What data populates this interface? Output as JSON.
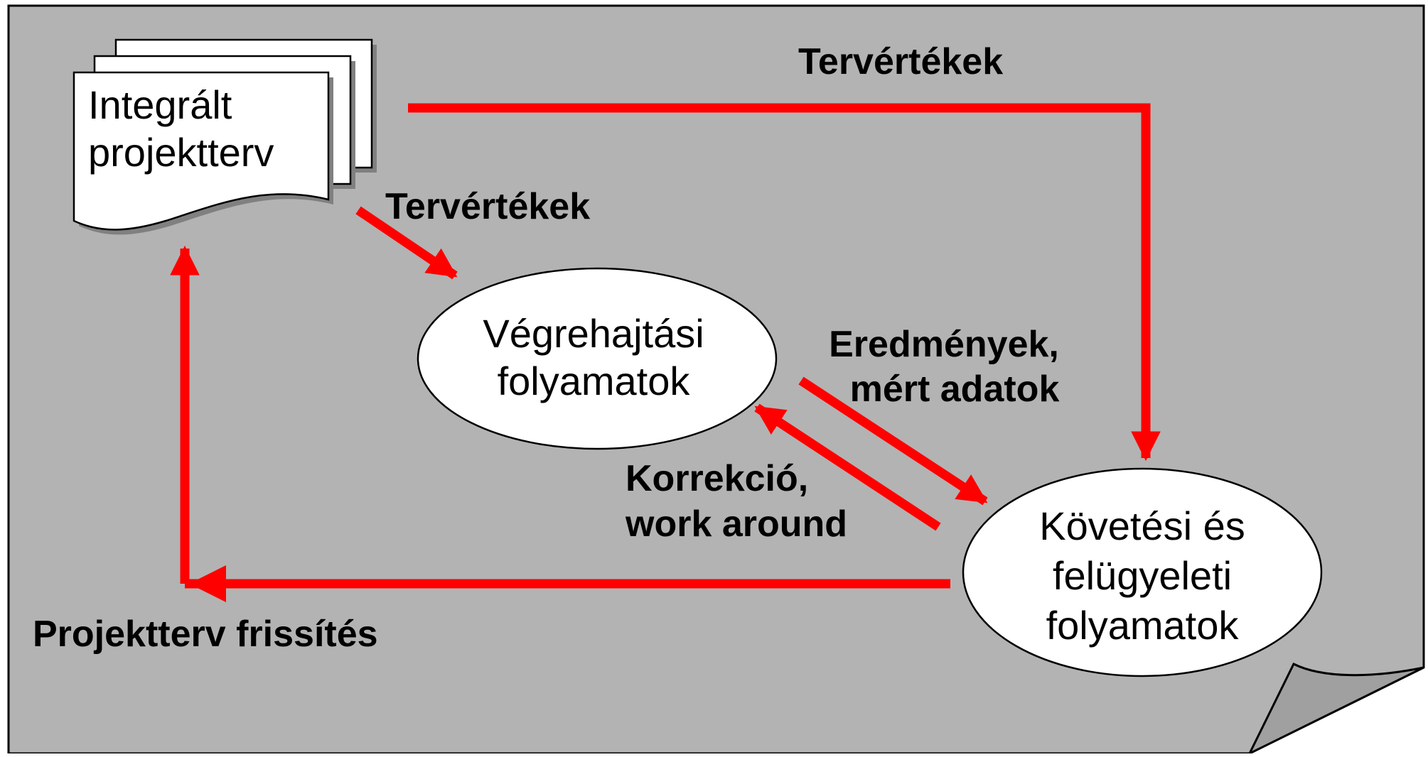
{
  "colors": {
    "background": "#b3b3b3",
    "arrow": "#ff0000",
    "node_fill": "#ffffff",
    "outline": "#000000",
    "shadow": "#808080"
  },
  "nodes": {
    "plan_document": {
      "line1": "Integrált",
      "line2": "projektterv"
    },
    "execution": {
      "line1": "Végrehajtási",
      "line2": "folyamatok"
    },
    "monitoring": {
      "line1": "Követési és",
      "line2": "felügyeleti",
      "line3": "folyamatok"
    }
  },
  "edges": {
    "plan_to_monitoring": {
      "label": "Tervértékek"
    },
    "plan_to_execution": {
      "label": "Tervértékek"
    },
    "execution_to_monitoring": {
      "line1": "Eredmények,",
      "line2": "mért adatok"
    },
    "monitoring_to_execution": {
      "line1": "Korrekció,",
      "line2": "work around"
    },
    "monitoring_to_plan": {
      "label": "Projektterv frissítés"
    }
  }
}
